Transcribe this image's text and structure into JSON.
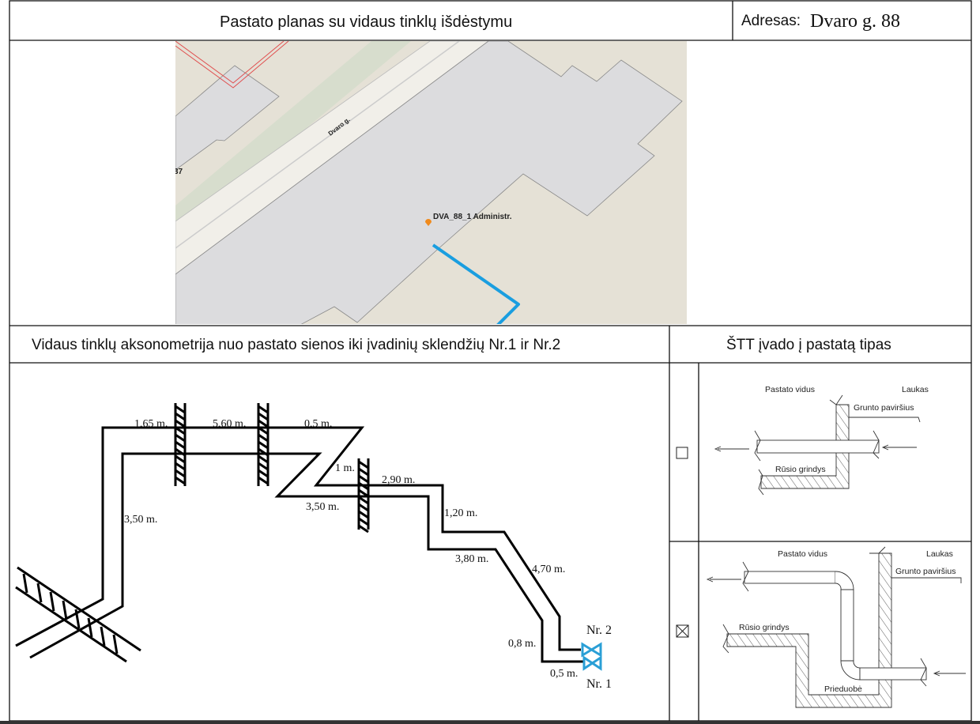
{
  "header": {
    "title": "Pastato planas su vidaus tinklų išdėstymu",
    "address_label": "Adresas:",
    "address_value": "Dvaro g. 88"
  },
  "map": {
    "street_label": "Dvaro g.",
    "neighbor_number": "37",
    "marker_label": "DVA_88_1 Administr.",
    "pipe_color": "#1a9ee0",
    "marker_color": "#f08a1c"
  },
  "section2": {
    "axonometry_title": "Vidaus tinklų aksonometrija nuo pastato sienos iki įvadinių sklendžių Nr.1 ir Nr.2",
    "entry_type_title": "ŠTT įvado į pastatą tipas"
  },
  "axonometry": {
    "dims": [
      "1,65 m.",
      "5,60 m.",
      "0,5 m.",
      "1 m.",
      "3,50 m.",
      "3,50 m.",
      "2,90 m.",
      "1,20 m.",
      "3,80 m.",
      "4,70 m.",
      "0,8 m.",
      "0,5 m."
    ],
    "valve_1": "Nr. 1",
    "valve_2": "Nr. 2",
    "valve_color": "#2a9fd6"
  },
  "entry_types": [
    {
      "checked": false,
      "inside": "Pastato vidus",
      "outside": "Laukas",
      "ground": "Grunto paviršius",
      "floor": "Rūsio grindys"
    },
    {
      "checked": true,
      "inside": "Pastato vidus",
      "outside": "Laukas",
      "ground": "Grunto paviršius",
      "floor": "Rūsio grindys",
      "pit": "Prieduobė"
    }
  ]
}
